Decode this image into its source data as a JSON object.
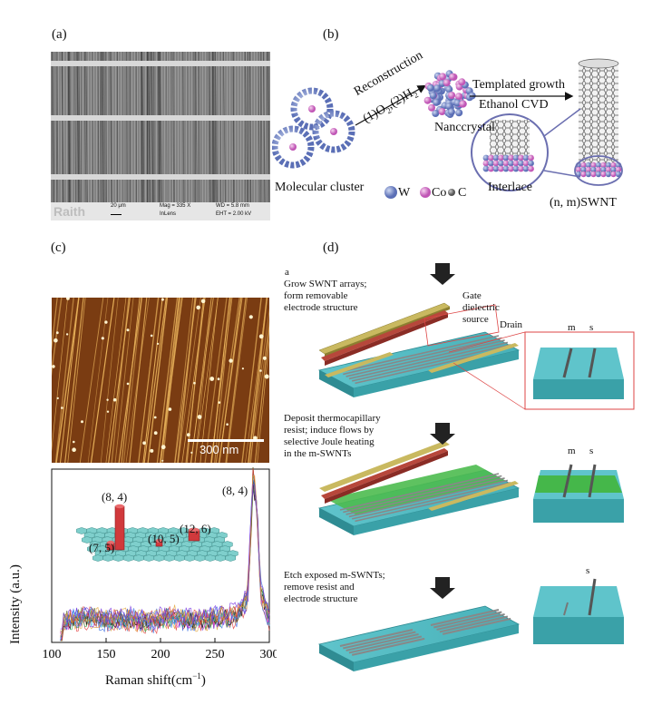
{
  "panels": {
    "a": "(a)",
    "b": "(b)",
    "c": "(c)",
    "d": "(d)"
  },
  "panel_a": {
    "brand": "Raith",
    "scale": "20 μm",
    "mag": "Mag = 335 X",
    "wd": "WD = 5.8 mm",
    "detector": "InLens",
    "eht": "EHT = 2.00 kV"
  },
  "panel_b": {
    "reconstruction": "Reconstruction",
    "steps_prefix": "(1)O",
    "steps_mid": ",(2)H",
    "sub2": "2",
    "nanocrystal": "Nanccrystal",
    "templated": "Templated growth",
    "ethanol": "Ethanol CVD",
    "molecular": "Molecular cluster",
    "w": "W",
    "co": "Co",
    "c": "C",
    "interlace": "Interlace",
    "swnt": "(n, m)SWNT"
  },
  "panel_c": {
    "scalebar": "300 nm",
    "ylabel": "Intensity (a.u.)",
    "xlabel": "Raman shift(cm",
    "xlabel_sup": "−1",
    "xlabel_end": ")",
    "peak_label": "(8, 4)",
    "hist_labels": [
      "(8, 4)",
      "(7, 5)",
      "(10, 5)",
      "(12, 6)"
    ],
    "xticks": [
      "100",
      "150",
      "200",
      "250",
      "300"
    ]
  },
  "chart_data": {
    "type": "line",
    "title": "",
    "xlabel": "Raman shift(cm−1)",
    "ylabel": "Intensity (a.u.)",
    "xlim": [
      100,
      300
    ],
    "xticks": [
      100,
      150,
      200,
      250,
      300
    ],
    "series": [
      {
        "x": [
          110,
          130,
          150,
          170,
          190,
          210,
          230,
          250,
          270,
          280,
          285,
          288,
          292,
          300
        ],
        "values": [
          0.12,
          0.15,
          0.13,
          0.14,
          0.12,
          0.15,
          0.13,
          0.14,
          0.16,
          0.25,
          0.95,
          0.85,
          0.3,
          0.14
        ]
      }
    ],
    "grid": false
  },
  "panel_d": {
    "step_a_letter": "a",
    "step_a_1": "Grow SWNT arrays;",
    "step_a_2": "form removable",
    "step_a_3": "electrode structure",
    "gate": "Gate",
    "dielectric": "dielectric",
    "source": "source",
    "drain": "Drain",
    "m": "m",
    "s": "s",
    "step_b_1": "Deposit thermocapillary",
    "step_b_2": "resist; induce flows by",
    "step_b_3": "selective Joule heating",
    "step_b_4": "in the m-SWNTs",
    "step_c_1": "Etch exposed m-SWNTs;",
    "step_c_2": "remove resist and",
    "step_c_3": "electrode structure"
  },
  "colors": {
    "substrate": "#48b9c0",
    "electrode": "#c9b960",
    "resist": "#3fae4a",
    "afm_bg": "#7a3c12",
    "hist": "#d1393c"
  }
}
